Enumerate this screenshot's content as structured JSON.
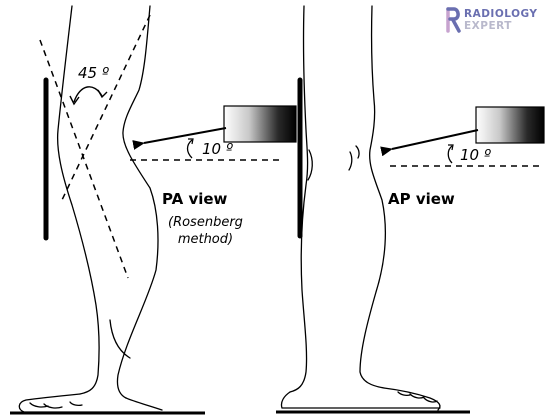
{
  "labels": {
    "angle_45": "45 º",
    "angle_10_left": "10 º",
    "angle_10_right": "10 º",
    "pa_view": "PA view",
    "method_line1": "(Rosenberg",
    "method_line2": "method)",
    "ap_view": "AP view"
  },
  "logo": {
    "line1": "RADIOLOGY",
    "line2": "EXPERT",
    "colors": {
      "primary": "#6a6fb0",
      "accent": "#c7a3cf",
      "grey": "#b9b9cc"
    }
  }
}
